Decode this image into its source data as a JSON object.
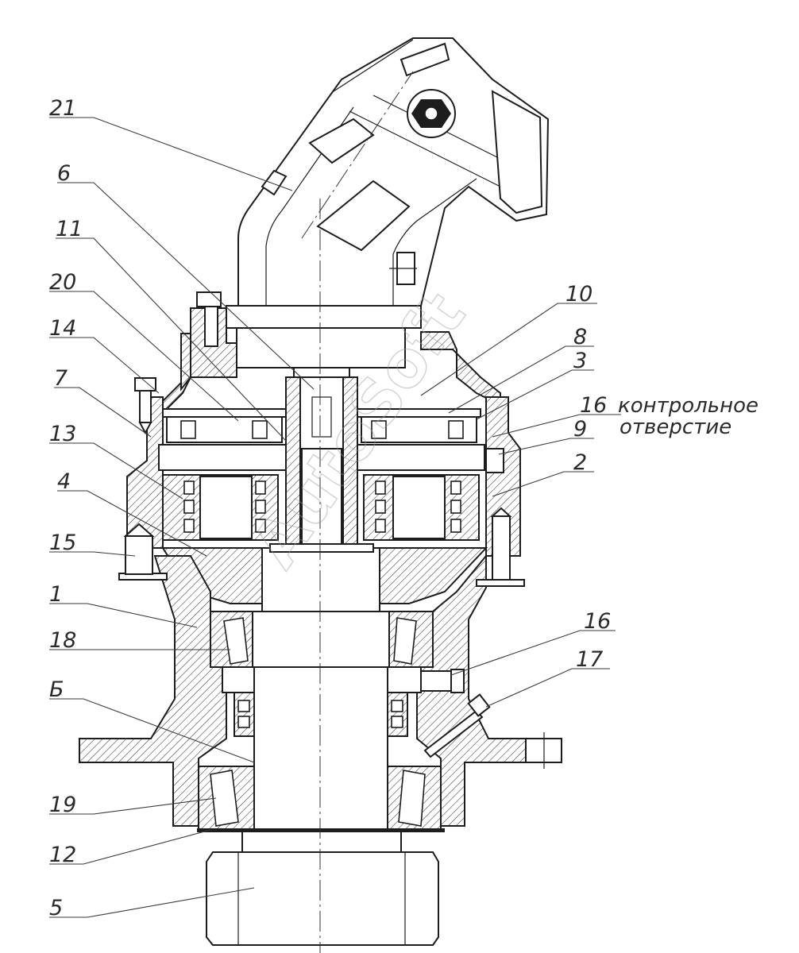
{
  "callouts": [
    {
      "id": "c21",
      "text": "21"
    },
    {
      "id": "c6",
      "text": "6"
    },
    {
      "id": "c11",
      "text": "11"
    },
    {
      "id": "c20",
      "text": "20"
    },
    {
      "id": "c14",
      "text": "14"
    },
    {
      "id": "c7",
      "text": "7"
    },
    {
      "id": "c13",
      "text": "13"
    },
    {
      "id": "c4",
      "text": "4"
    },
    {
      "id": "c15",
      "text": "15"
    },
    {
      "id": "c1",
      "text": "1"
    },
    {
      "id": "c18",
      "text": "18"
    },
    {
      "id": "cB",
      "text": "Б"
    },
    {
      "id": "c19",
      "text": "19"
    },
    {
      "id": "c12",
      "text": "12"
    },
    {
      "id": "c5",
      "text": "5"
    },
    {
      "id": "c10",
      "text": "10"
    },
    {
      "id": "c8",
      "text": "8"
    },
    {
      "id": "c3",
      "text": "3"
    },
    {
      "id": "c16a",
      "text": "16"
    },
    {
      "id": "c9",
      "text": "9"
    },
    {
      "id": "c2",
      "text": "2"
    },
    {
      "id": "c16b",
      "text": "16"
    },
    {
      "id": "c17",
      "text": "17"
    }
  ],
  "note": {
    "line1": "контрольное",
    "line2": "отверстие"
  },
  "watermark": "AutoSoft",
  "colors": {
    "line": "#1d1d1d",
    "hatch": "#3a3a3a",
    "background": "#ffffff",
    "watermark": "#9a9a9a"
  }
}
